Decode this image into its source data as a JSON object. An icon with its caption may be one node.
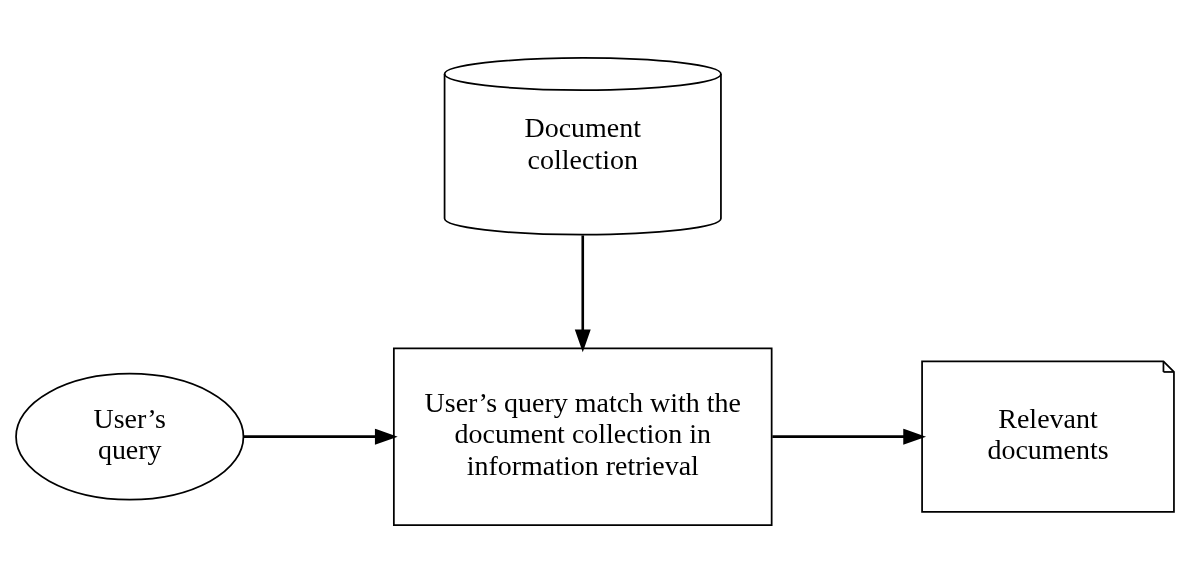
{
  "diagram": {
    "nodes": [
      {
        "text": [
          "User’s query"
        ]
      },
      {
        "text": [
          "User’s query match with the document collection in information retrieval"
        ]
      },
      {
        "text": [
          "Relevant documents"
        ]
      },
      {
        "text": [
          "Document collection"
        ]
      }
    ],
    "edges": [
      {
        "from": 0,
        "to": 1,
        "arrow": "to"
      },
      {
        "from": 1,
        "to": 2,
        "arrow": "to"
      },
      {
        "from": 3,
        "to": 1,
        "arrow": "to"
      }
    ]
  }
}
